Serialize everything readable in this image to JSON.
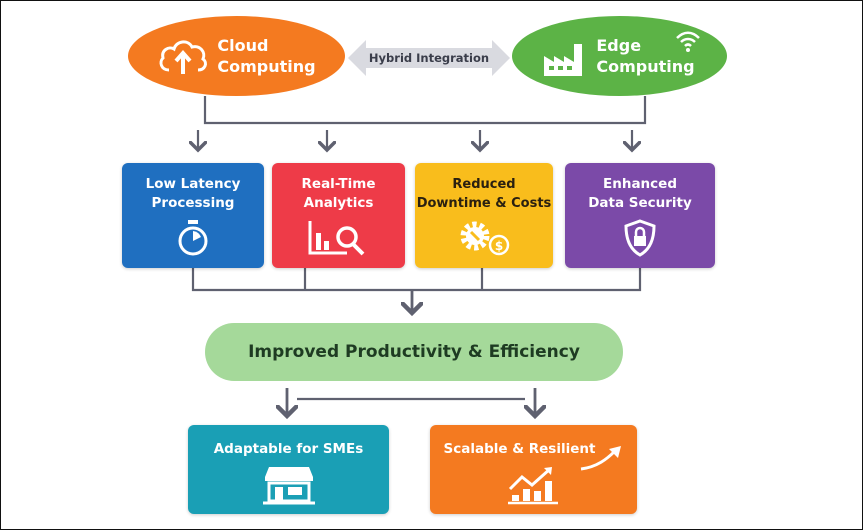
{
  "top": {
    "cloud": {
      "line1": "Cloud",
      "line2": "Computing",
      "icon": "cloud-upload-icon"
    },
    "hybrid": {
      "label": "Hybrid Integration"
    },
    "edge": {
      "line1": "Edge",
      "line2": "Computing",
      "icon": "factory-icon",
      "icon2": "wifi-icon"
    }
  },
  "benefits": [
    {
      "line1": "Low Latency",
      "line2": "Processing",
      "icon": "stopwatch-icon",
      "color": "#1f6fc0"
    },
    {
      "line1": "Real-Time",
      "line2": "Analytics",
      "icon": "chart-magnifier-icon",
      "color": "#ee3b48"
    },
    {
      "line1": "Reduced",
      "line2": "Downtime & Costs",
      "icon": "gear-coin-icon",
      "color": "#f9bd1c"
    },
    {
      "line1": "Enhanced",
      "line2": "Data Security",
      "icon": "shield-lock-icon",
      "color": "#7b4aa8"
    }
  ],
  "result": {
    "label": "Improved Productivity & Efficiency"
  },
  "outcomes": [
    {
      "label": "Adaptable for SMEs",
      "icon": "storefront-icon",
      "color": "#1a9fb5"
    },
    {
      "label": "Scalable & Resilient",
      "icon": "growth-chart-icon",
      "color": "#f47a20"
    }
  ],
  "colors": {
    "cloud": "#f47a20",
    "edge": "#5cb346",
    "connector": "#5f6170",
    "result": "#a5d99a"
  }
}
